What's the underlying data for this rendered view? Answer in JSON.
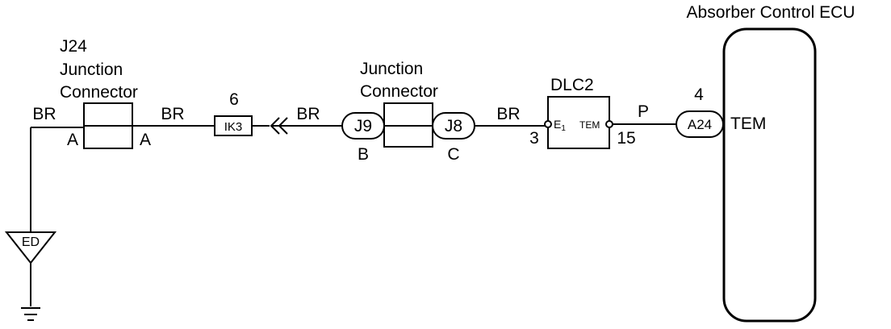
{
  "ecu": {
    "title": "Absorber Control ECU",
    "terminal": "TEM",
    "pin": "4",
    "connector": "A24"
  },
  "j24": {
    "line1": "J24",
    "line2": "Junction",
    "line3": "Connector",
    "pin_left": "A",
    "pin_right": "A"
  },
  "jc": {
    "line1": "Junction",
    "line2": "Connector",
    "left_conn": "J9",
    "right_conn": "J8",
    "left_pin": "B",
    "right_pin": "C"
  },
  "ik3": {
    "label": "IK3",
    "pin": "6"
  },
  "dlc2": {
    "title": "DLC2",
    "e1": "E",
    "e1_sub": "1",
    "tem": "TEM",
    "pin_left": "3",
    "pin_right": "15"
  },
  "wires": {
    "w1": "BR",
    "w2": "BR",
    "w3": "BR",
    "w4": "BR",
    "w5": "P"
  },
  "ground": {
    "label": "ED"
  }
}
